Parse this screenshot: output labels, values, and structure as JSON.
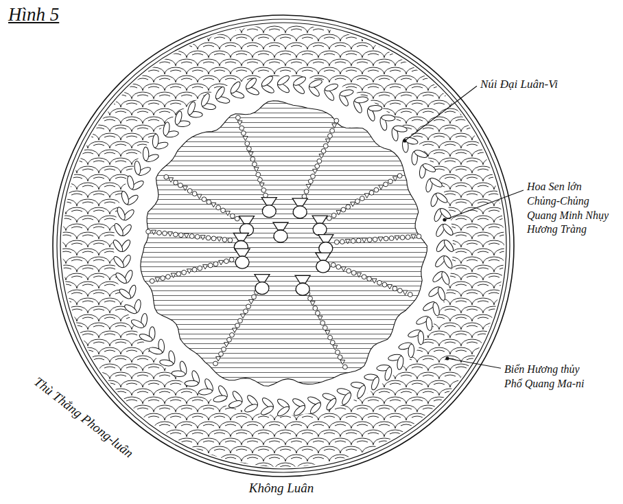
{
  "diagram": {
    "title": "Hình 5",
    "labels": [
      "Núi Đại Luân-Vi",
      "Hoa Sen lớn Chủng-Chủng Quang Minh Nhụy Hương Tràng",
      "Biển Hương thủy Phổ Quang Ma-ni",
      "Thù Thắng Phong-luân",
      "Không Luân"
    ]
  }
}
